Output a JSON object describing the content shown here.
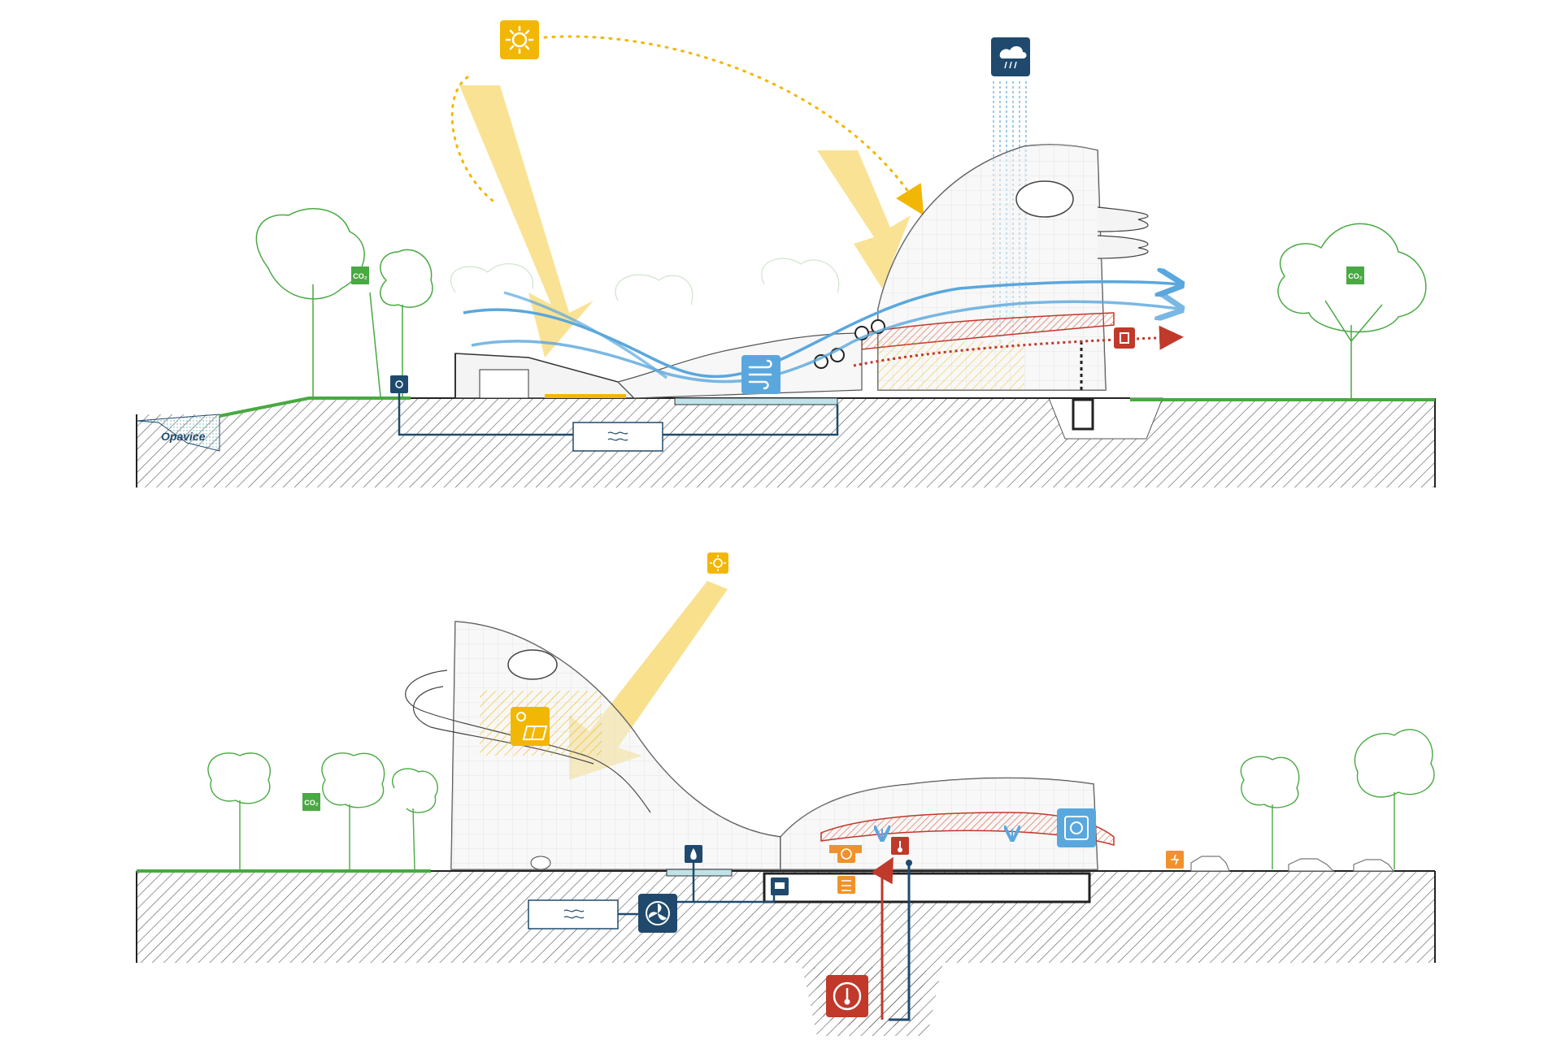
{
  "labels": {
    "river": "Opavice",
    "co2_a": "CO₂",
    "co2_b": "CO₂",
    "co2_c": "CO₂"
  },
  "colors": {
    "sun": "#f2b705",
    "sun_beam": "#f7d35c",
    "wind": "#5aa7de",
    "heat": "#c0392b",
    "heat_icon": "#b83a22",
    "navy": "#1f4a6e",
    "water": "#bfe3e8",
    "tree": "#49a942",
    "ground_line": "#49a942",
    "orange": "#f0922b",
    "hatch": "#555555"
  },
  "icons": {
    "section_top": [
      "sun-icon",
      "rain-cloud-icon",
      "wind-icon",
      "exhaust-arrow-icon",
      "drain-icon",
      "water-tank-icon",
      "co2-tree-icon"
    ],
    "section_bottom": [
      "sun-icon",
      "solar-panel-icon",
      "ventilation-fan-icon",
      "water-pump-icon",
      "heat-exchanger-icon",
      "thermometer-icon",
      "geothermal-icon",
      "ev-charging-icon",
      "water-tank-icon",
      "co2-tree-icon"
    ]
  }
}
